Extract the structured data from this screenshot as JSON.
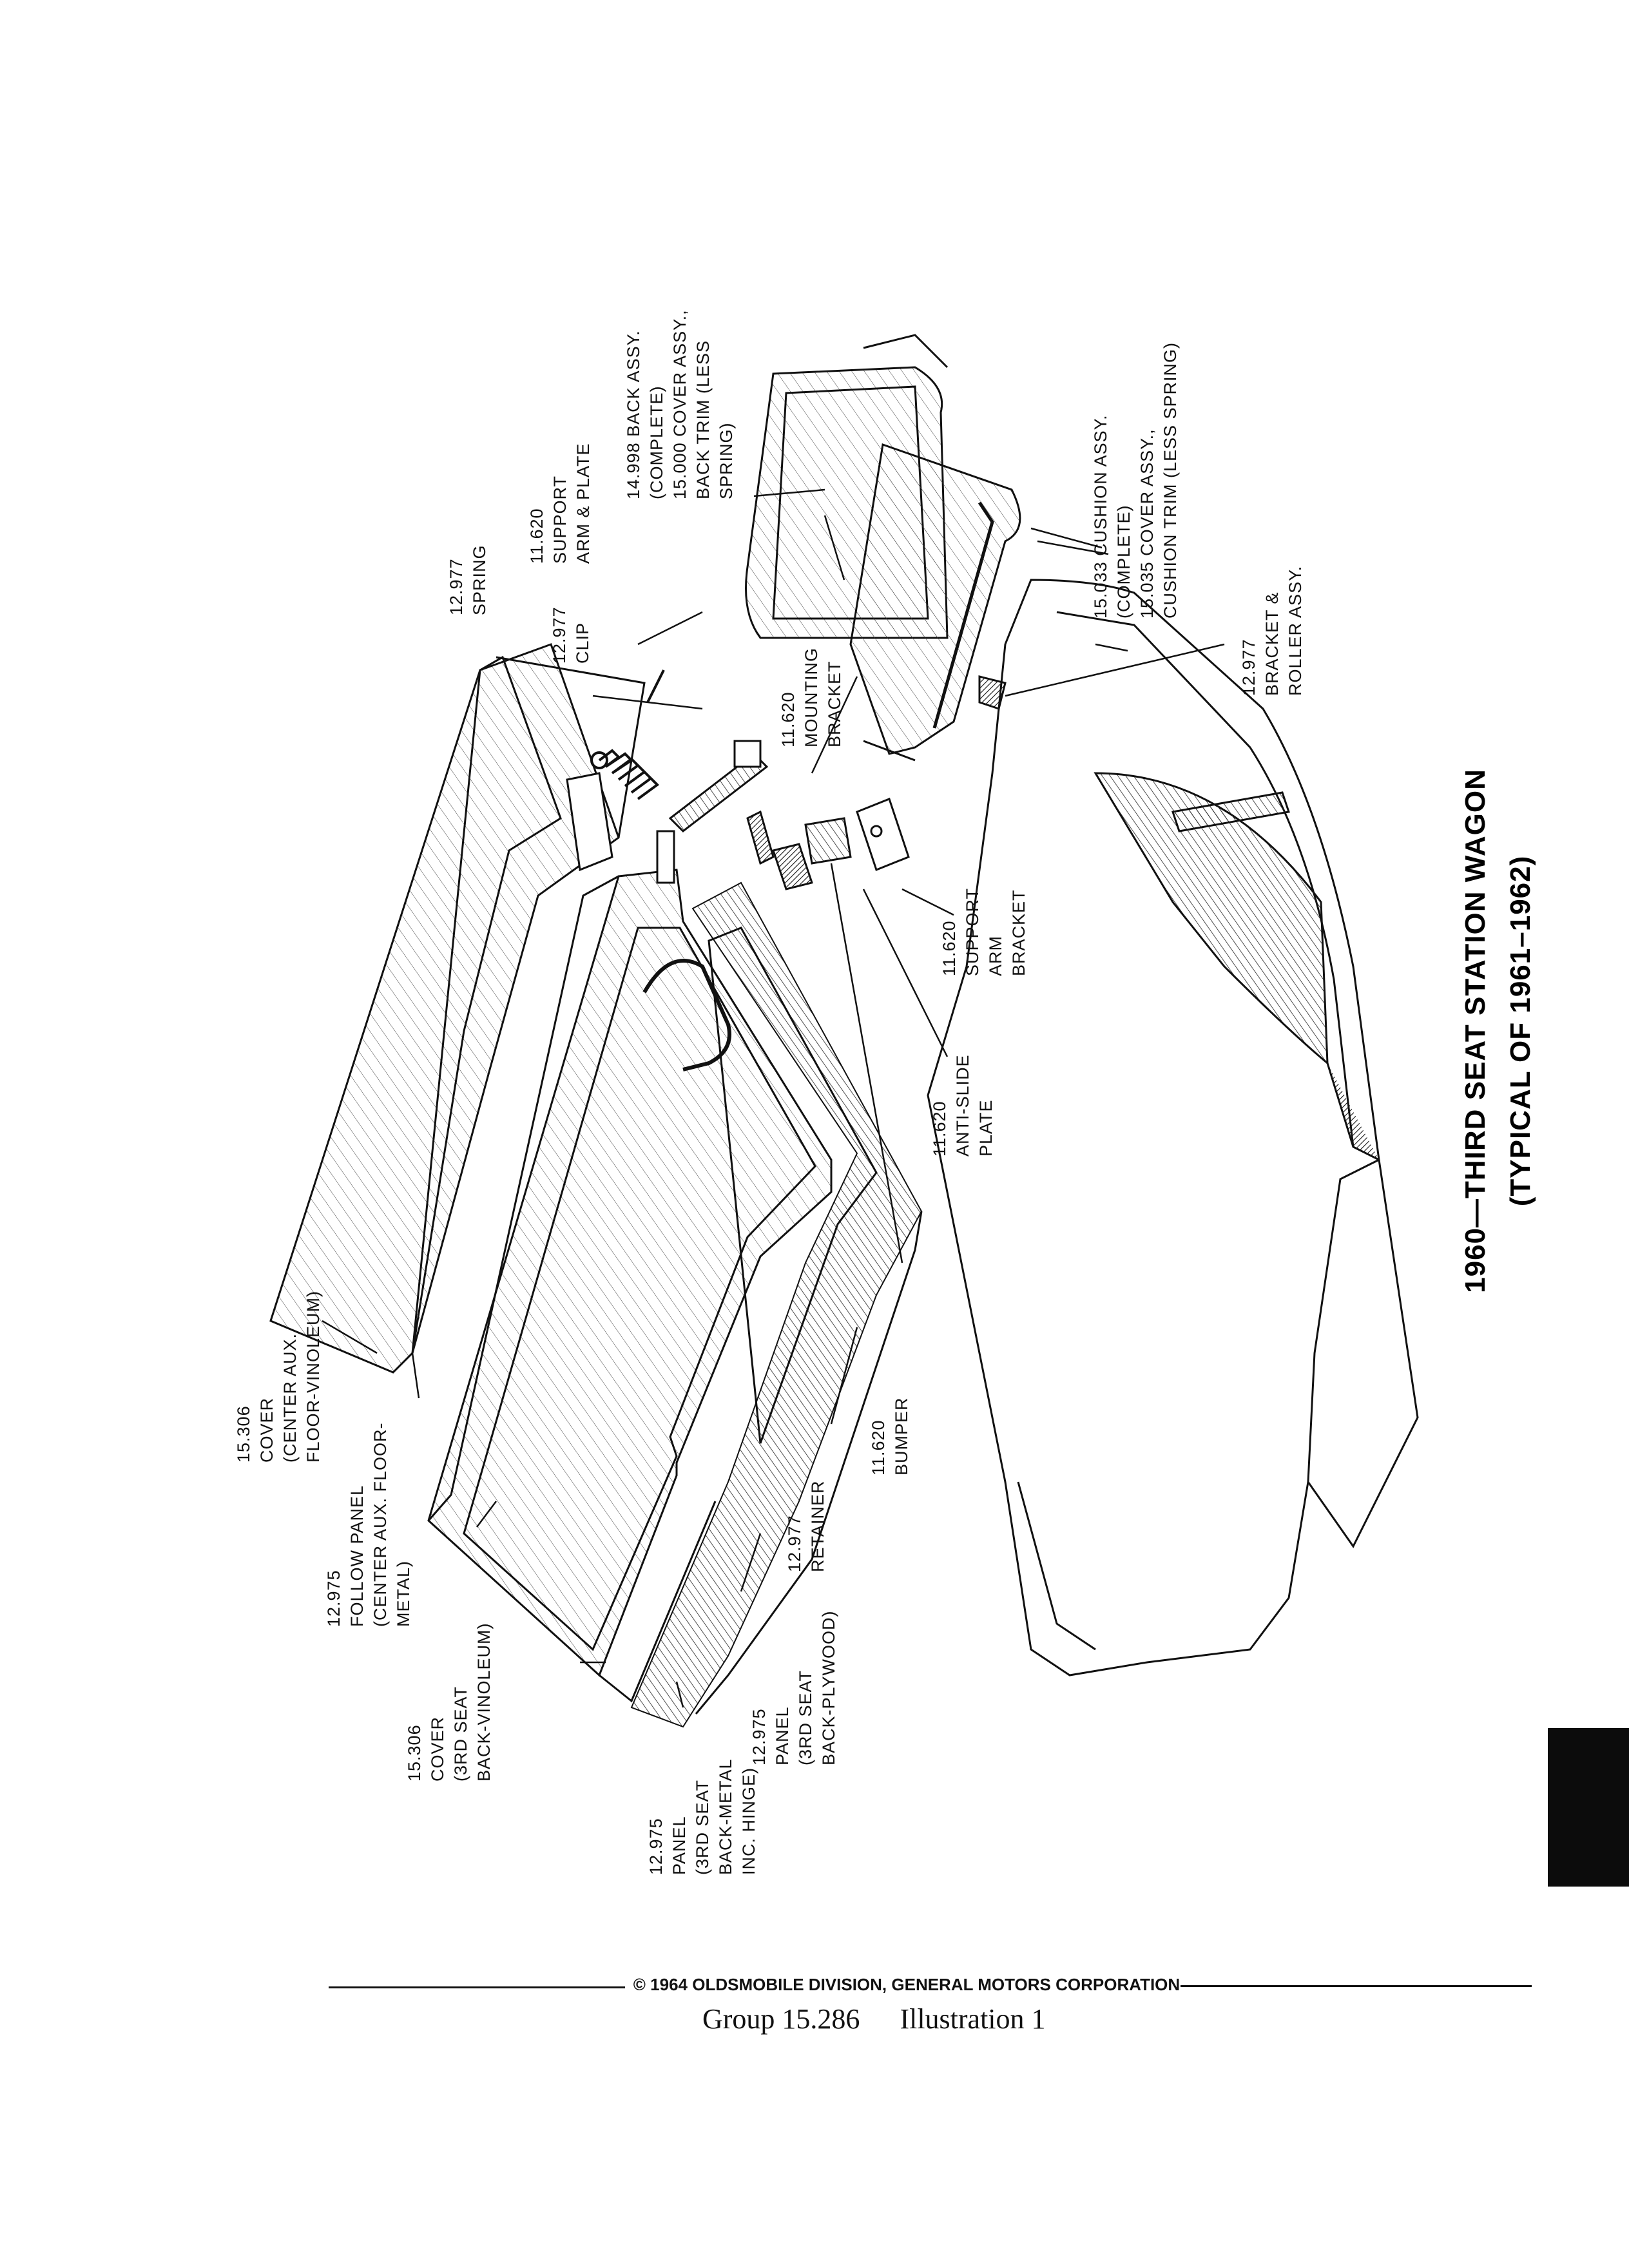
{
  "title": {
    "line1": "1960—THIRD SEAT STATION WAGON",
    "line2": "(TYPICAL OF 1961–1962)"
  },
  "labels": {
    "cover_center_aux": [
      "15.306",
      "COVER",
      "(CENTER AUX.",
      "FLOOR-VINOLEUM)"
    ],
    "follow_panel": [
      "12.975",
      "FOLLOW PANEL",
      "(CENTER AUX. FLOOR-",
      "METAL)"
    ],
    "cover_3rd_seat": [
      "15.306",
      "COVER",
      "(3RD SEAT",
      "BACK-VINOLEUM)"
    ],
    "panel_metal": [
      "12.975",
      "PANEL",
      "(3RD SEAT",
      "BACK-METAL",
      "INC. HINGE)"
    ],
    "panel_plywood": [
      "12.975",
      "PANEL",
      "(3RD SEAT",
      "BACK-PLYWOOD)"
    ],
    "retainer": [
      "12.977",
      "RETAINER"
    ],
    "bumper": [
      "11.620",
      "BUMPER"
    ],
    "anti_slide": [
      "11.620",
      "ANTI-SLIDE",
      "PLATE"
    ],
    "support_arm_bracket": [
      "11.620",
      "SUPPORT",
      "ARM",
      "BRACKET"
    ],
    "mounting_bracket": [
      "11.620",
      "MOUNTING",
      "BRACKET"
    ],
    "spring": [
      "12.977",
      "SPRING"
    ],
    "clip": [
      "12.977",
      "CLIP"
    ],
    "support_arm_plate": [
      "11.620",
      "SUPPORT",
      "ARM & PLATE"
    ],
    "back_assy": [
      "14.998 BACK ASSY.",
      "(COMPLETE)",
      "15.000 COVER ASSY.,",
      "BACK TRIM (LESS",
      "SPRING)"
    ],
    "cushion_assy": [
      "15.033 CUSHION ASSY.",
      "(COMPLETE)",
      "15.035 COVER ASSY.,",
      "CUSHION TRIM (LESS SPRING)"
    ],
    "bracket_roller": [
      "12.977",
      "BRACKET &",
      "ROLLER ASSY."
    ]
  },
  "footer": {
    "copyright": "© 1964 OLDSMOBILE DIVISION, GENERAL MOTORS CORPORATION",
    "group": "Group 15.286",
    "illustration": "Illustration 1"
  }
}
